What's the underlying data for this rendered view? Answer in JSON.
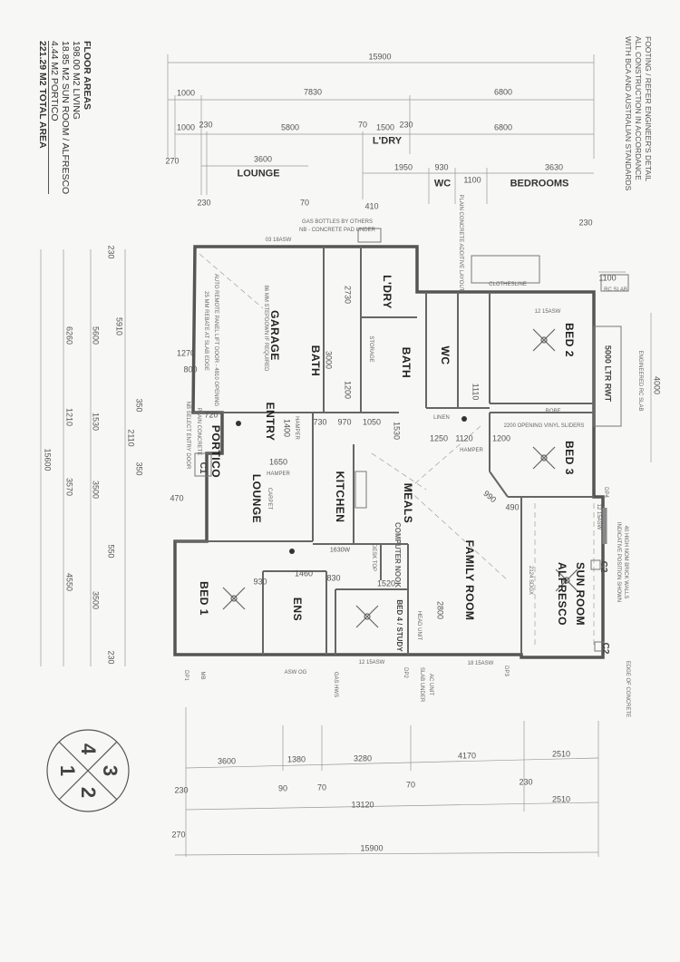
{
  "notes": [
    "FOOTING / REFER ENGINEER'S DETAIL",
    "ALL CONSTRUCTION IN ACCORDANCE",
    "WITH BCA AND AUSTRALIAN STANDARDS"
  ],
  "floor_areas": {
    "title": "FLOOR  AREAS",
    "rows": [
      "198.00  M2  LIVING",
      "18.85  M2  SUN ROOM / ALFRESCO",
      "4.44  M2  PORTICO"
    ],
    "total": "221.29  M2  TOTAL AREA"
  },
  "dimensions": {
    "top": [
      "15900",
      "1000",
      "7830",
      "6800",
      "1000",
      "230",
      "5800",
      "70",
      "1500",
      "230",
      "6800",
      "270",
      "3600",
      "1950",
      "930",
      "1100",
      "3630",
      "230",
      "70",
      "410",
      "230"
    ],
    "top_labels": [
      "LOUNGE",
      "L'DRY",
      "WC",
      "BEDROOMS"
    ],
    "left": [
      "15600",
      "6260",
      "1210",
      "3570",
      "4550",
      "230",
      "5600",
      "1530",
      "3500",
      "550",
      "3500",
      "230",
      "5910",
      "350",
      "2110",
      "350"
    ],
    "bottom": [
      "3600",
      "1380",
      "3280",
      "4170",
      "2510",
      "90",
      "70",
      "70",
      "230",
      "230",
      "13120",
      "2510",
      "270",
      "15900"
    ],
    "interior": [
      "1270",
      "800",
      "720",
      "1400",
      "730",
      "970",
      "1050",
      "1530",
      "1650",
      "470",
      "2730",
      "3000",
      "1200",
      "1110",
      "1250",
      "1120",
      "1200",
      "990",
      "490",
      "930",
      "1460",
      "830",
      "1520",
      "1630W",
      "2800",
      "1100",
      "4000"
    ]
  },
  "rooms": {
    "garage": "GARAGE",
    "bath1": "BATH",
    "laundry": "L'DRY",
    "storage": "STORAGE",
    "bath2": "BATH",
    "wc": "WC",
    "bed2": "BED 2",
    "bed3": "BED 3",
    "robe": "ROBE",
    "linen": "LINEN",
    "entry": "ENTRY",
    "portico": "PORTICO",
    "lounge": "LOUNGE",
    "kitchen": "KITCHEN",
    "meals": "MEALS",
    "computer_nook": "COMPUTER NOOK",
    "bed1": "BED 1",
    "ens": "ENS",
    "bed4": "BED 4 / STUDY",
    "family": "FAMILY ROOM",
    "sunroom": "SUN ROOM",
    "alfresco": "ALFRESCO"
  },
  "annotations": {
    "gas_bottles": "GAS BOTTLES BY OTHERS",
    "concrete_pad": "NB - CONCRETE PAD UNDER",
    "garage_window": "03 18ASW",
    "garage_door": "AUTO REMOTE PANEL LIFT DOOR - 4810 OPENING",
    "garage_rebate": "25 MM REBATE AT SLAB EDGE",
    "garage_step": "86 MM STEPDOWN IF REQUIRED",
    "clothesline": "CLOTHESLINE",
    "plain_concrete_layout": "PLAIN CONCRETE ADDITIVE LAYOUT",
    "window_bed2": "12 15ASW",
    "rc_slab": "RC SLAB",
    "rwt": "5000 LTR RWT",
    "engineered_slab": "ENGINEERED RC SLAB",
    "window_bed3": "12 15ASW",
    "brick_walls": "40 HIGH NOM BRICK WALLS",
    "indicative": "INDICATIVE POSITION SHOWN",
    "edge_concrete": "EDGE OF CONCRETE",
    "entry_door": "NB  SELECT ENTRY DOOR",
    "plain_concrete": "PLAIN CONCRETE",
    "c1": "C1",
    "c2a": "C2",
    "c2b": "C2",
    "carpet": "CARPET",
    "hamper1": "HAMPER",
    "hamper2": "HAMPER",
    "hamper3": "HAMPER",
    "window_bed4": "12 15ASW",
    "window_family": "18 15ASW",
    "window_ens": "ASW OG",
    "dp1": "DP1",
    "mb": "MB",
    "dp2": "DP2",
    "dp3": "DP3",
    "dp4": "DP4",
    "gas_hws": "GAS HWS",
    "ac_unit": "AC UNIT",
    "ac_slab": "SLAB UNDER",
    "head_unit": "HEAD UNIT",
    "desk_top": "DESK TOP",
    "robe_bed3": "2200 OPENING VINYL SLIDERS",
    "sliding_door": "2124 SDGX"
  },
  "compass": {
    "quadrants": [
      "4",
      "3",
      "1",
      "2"
    ]
  }
}
